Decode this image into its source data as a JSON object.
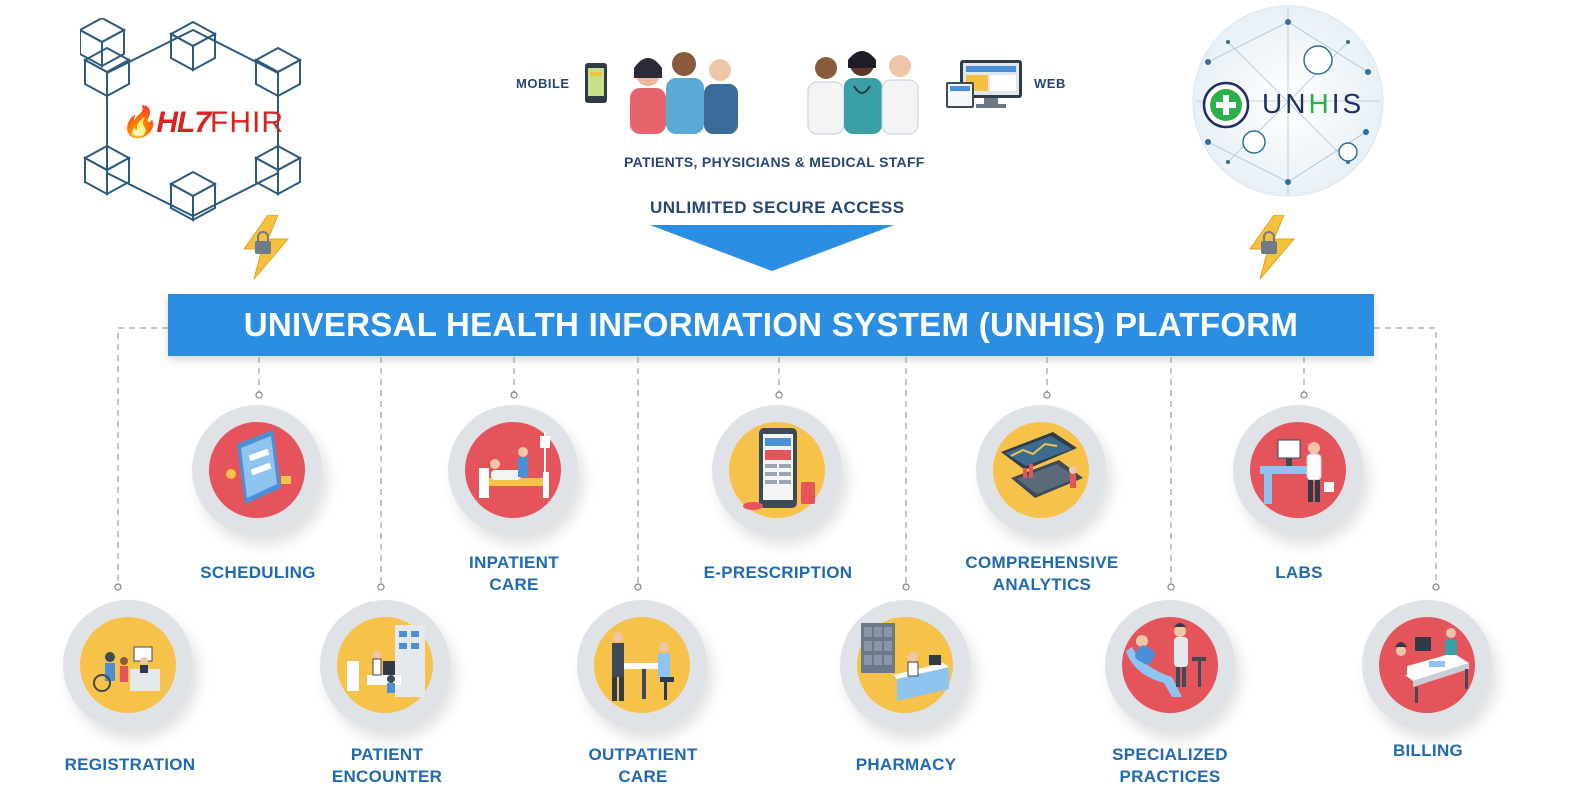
{
  "header": {
    "hl7_brand": "HL7",
    "fhir_brand": "FHIR",
    "unhis_logo": {
      "prefix": "UN",
      "highlight": "H",
      "suffix": "IS"
    },
    "mobile_label": "MOBILE",
    "web_label": "WEB",
    "audience_label": "PATIENTS, PHYSICIANS & MEDICAL STAFF",
    "access_label": "UNLIMITED SECURE ACCESS"
  },
  "platform": {
    "title": "UNIVERSAL HEALTH INFORMATION SYSTEM (UNHIS) PLATFORM"
  },
  "modules": [
    {
      "id": "registration",
      "line1": "REGISTRATION",
      "line2": "",
      "icon": "registration-icon",
      "fill": "yellow"
    },
    {
      "id": "scheduling",
      "line1": "SCHEDULING",
      "line2": "",
      "icon": "scheduling-icon",
      "fill": "red"
    },
    {
      "id": "patient-encounter",
      "line1": "PATIENT",
      "line2": "ENCOUNTER",
      "icon": "patient-encounter-icon",
      "fill": "yellow"
    },
    {
      "id": "inpatient-care",
      "line1": "INPATIENT",
      "line2": "CARE",
      "icon": "inpatient-care-icon",
      "fill": "red"
    },
    {
      "id": "outpatient-care",
      "line1": "OUTPATIENT",
      "line2": "CARE",
      "icon": "outpatient-care-icon",
      "fill": "yellow"
    },
    {
      "id": "e-prescription",
      "line1": "E-PRESCRIPTION",
      "line2": "",
      "icon": "e-prescription-icon",
      "fill": "yellow"
    },
    {
      "id": "pharmacy",
      "line1": "PHARMACY",
      "line2": "",
      "icon": "pharmacy-icon",
      "fill": "yellow"
    },
    {
      "id": "comprehensive-analytics",
      "line1": "COMPREHENSIVE",
      "line2": "ANALYTICS",
      "icon": "analytics-icon",
      "fill": "yellow"
    },
    {
      "id": "specialized-practices",
      "line1": "SPECIALIZED",
      "line2": "PRACTICES",
      "icon": "specialized-practices-icon",
      "fill": "red"
    },
    {
      "id": "labs",
      "line1": "LABS",
      "line2": "",
      "icon": "labs-icon",
      "fill": "red"
    },
    {
      "id": "billing",
      "line1": "BILLING",
      "line2": "",
      "icon": "billing-icon",
      "fill": "red"
    }
  ],
  "colors": {
    "banner": "#2b8ee3",
    "label_blue": "#1f69b5",
    "dark_navy": "#25467a",
    "red_fill": "#e5545b",
    "yellow_fill": "#f7c24a",
    "circle_gray": "#dfe3e7"
  }
}
